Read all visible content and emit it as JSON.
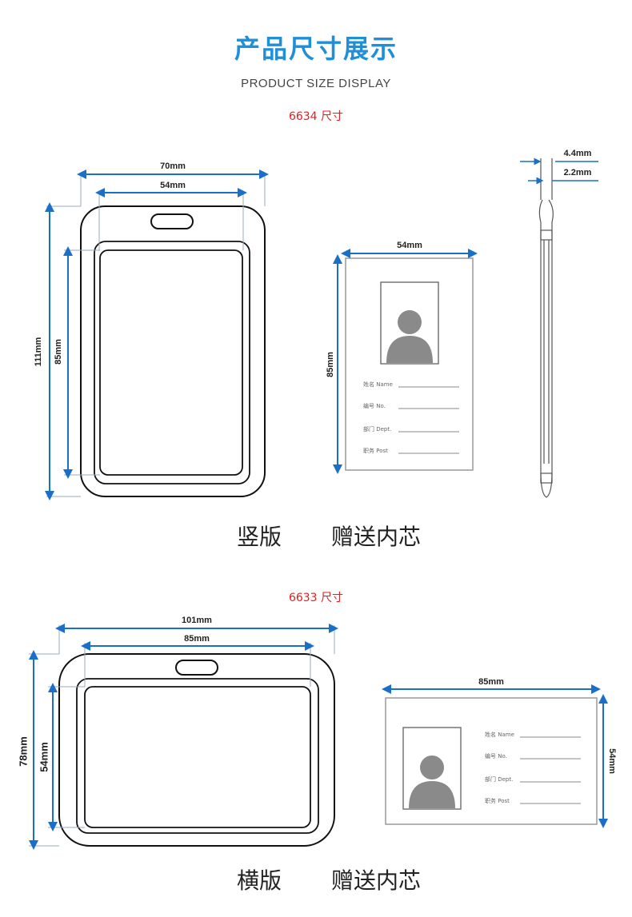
{
  "header": {
    "title": "产品尺寸展示",
    "subtitle": "PRODUCT SIZE DISPLAY"
  },
  "section_vertical": {
    "size_label": "6634 尺寸",
    "holder_width": "70mm",
    "holder_inner_width": "54mm",
    "holder_height": "111mm",
    "holder_inner_height": "85mm",
    "card_width": "54mm",
    "card_height": "85mm",
    "side_thick": "4.4mm",
    "side_thin": "2.2mm",
    "caption_left": "竖版",
    "caption_right": "赠送内芯"
  },
  "section_horizontal": {
    "size_label": "6633 尺寸",
    "holder_width": "101mm",
    "holder_inner_width": "85mm",
    "holder_height": "78mm",
    "holder_inner_height": "54mm",
    "card_width": "85mm",
    "card_height": "54mm",
    "caption_left": "横版",
    "caption_right": "赠送内芯"
  },
  "card_fields": {
    "name": "姓名 Name",
    "number": "编号 No.",
    "dept": "部门 Dept.",
    "post": "职务 Post"
  },
  "colors": {
    "accent": "#1f8fd8",
    "dimension_line": "#1a6fc8",
    "size_label": "#e02020"
  }
}
